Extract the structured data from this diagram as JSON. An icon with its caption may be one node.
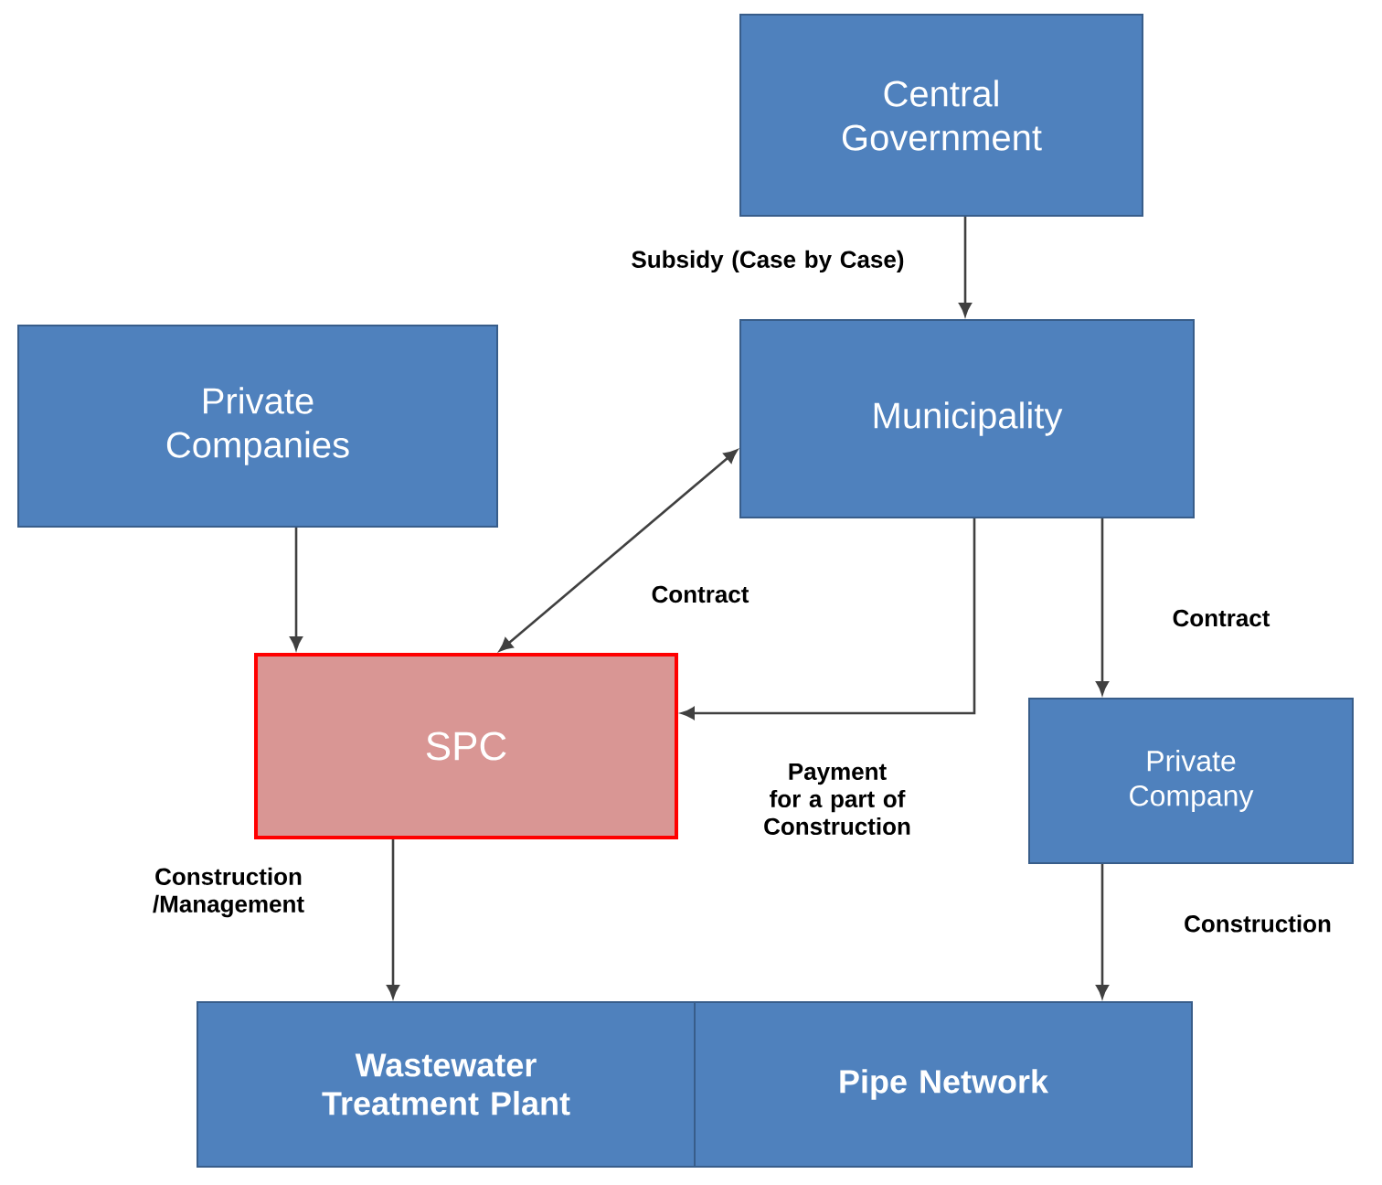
{
  "diagram": {
    "nodes": [
      {
        "text": [
          "Central Government"
        ]
      },
      {
        "text": [
          "Private Companies"
        ]
      },
      {
        "text": [
          "Municipality"
        ]
      },
      {
        "text": [
          "SPC"
        ]
      },
      {
        "text": [
          "Private Company"
        ]
      },
      {
        "text": [
          "Wastewater Treatment Plant"
        ]
      },
      {
        "text": [
          "Pipe Network"
        ]
      }
    ],
    "edges": [
      {
        "from": 0,
        "to": 2,
        "arrow": "to",
        "label": "Subsidy (Case by Case)"
      },
      {
        "from": 1,
        "to": 3,
        "arrow": "to"
      },
      {
        "from": 2,
        "to": 3,
        "arrow": "both",
        "label": "Contract"
      },
      {
        "from": 2,
        "to": 3,
        "arrow": "to",
        "label": "Payment for a part of Construction"
      },
      {
        "from": 2,
        "to": 4,
        "arrow": "to",
        "label": "Contract"
      },
      {
        "from": 3,
        "to": 5,
        "arrow": "to",
        "label": "Construction /Management"
      },
      {
        "from": 4,
        "to": 6,
        "arrow": "to",
        "label": "Construction"
      }
    ]
  }
}
